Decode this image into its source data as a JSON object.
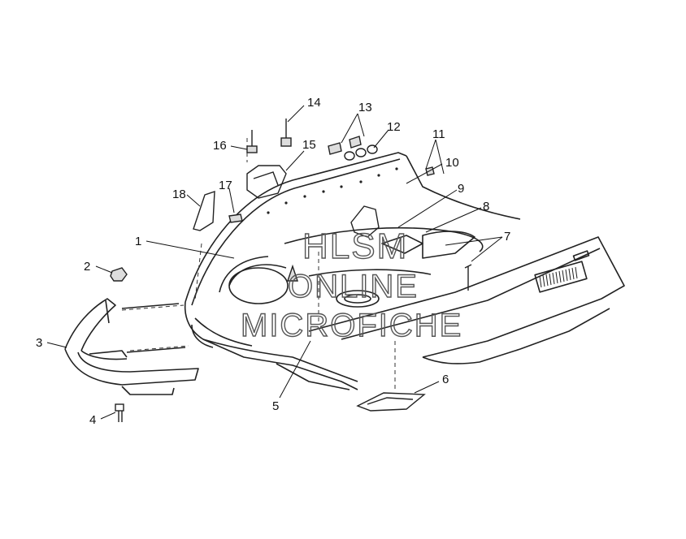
{
  "diagram": {
    "callouts": [
      {
        "id": "c1",
        "label": "1"
      },
      {
        "id": "c2",
        "label": "2"
      },
      {
        "id": "c3",
        "label": "3"
      },
      {
        "id": "c4",
        "label": "4"
      },
      {
        "id": "c5",
        "label": "5"
      },
      {
        "id": "c6",
        "label": "6"
      },
      {
        "id": "c7",
        "label": "7"
      },
      {
        "id": "c8",
        "label": "8"
      },
      {
        "id": "c9",
        "label": "9"
      },
      {
        "id": "c10",
        "label": "10"
      },
      {
        "id": "c11",
        "label": "11"
      },
      {
        "id": "c12",
        "label": "12"
      },
      {
        "id": "c13",
        "label": "13"
      },
      {
        "id": "c14",
        "label": "14"
      },
      {
        "id": "c15",
        "label": "15"
      },
      {
        "id": "c16",
        "label": "16"
      },
      {
        "id": "c17",
        "label": "17"
      },
      {
        "id": "c18",
        "label": "18"
      }
    ]
  },
  "watermark": {
    "line1": "HLSM",
    "line2": "ONLINE",
    "line3": "MICROFICHE"
  },
  "colors": {
    "ink": "#111111",
    "watermark": "#555555",
    "background": "#ffffff"
  }
}
